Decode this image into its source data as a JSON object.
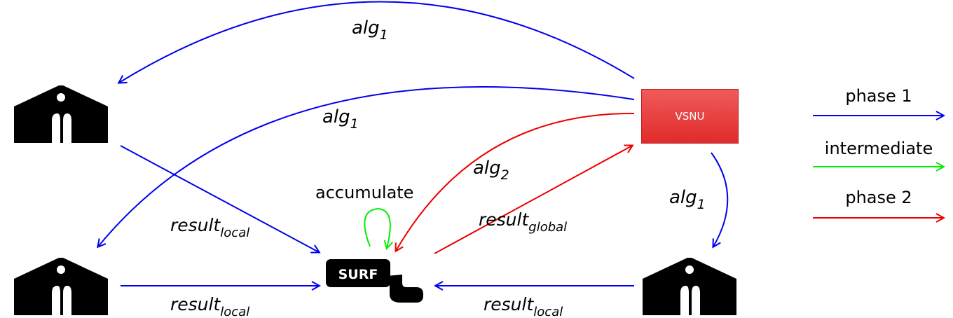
{
  "nodes": {
    "vsnu": "VSNU",
    "surf": "SURF"
  },
  "edges": {
    "alg1_top": {
      "base": "alg",
      "sub": "1"
    },
    "alg1_mid": {
      "base": "alg",
      "sub": "1"
    },
    "alg1_right": {
      "base": "alg",
      "sub": "1"
    },
    "alg2": {
      "base": "alg",
      "sub": "2"
    },
    "accumulate": "accumulate",
    "result_local_diag": {
      "base": "result",
      "sub": "local"
    },
    "result_local_left": {
      "base": "result",
      "sub": "local"
    },
    "result_local_right": {
      "base": "result",
      "sub": "local"
    },
    "result_global": {
      "base": "result",
      "sub": "global"
    }
  },
  "legend": {
    "phase1": {
      "label": "phase 1",
      "color": "#0000ee"
    },
    "intermediate": {
      "label": "intermediate",
      "color": "#00ee00"
    },
    "phase2": {
      "label": "phase 2",
      "color": "#ee0000"
    }
  }
}
